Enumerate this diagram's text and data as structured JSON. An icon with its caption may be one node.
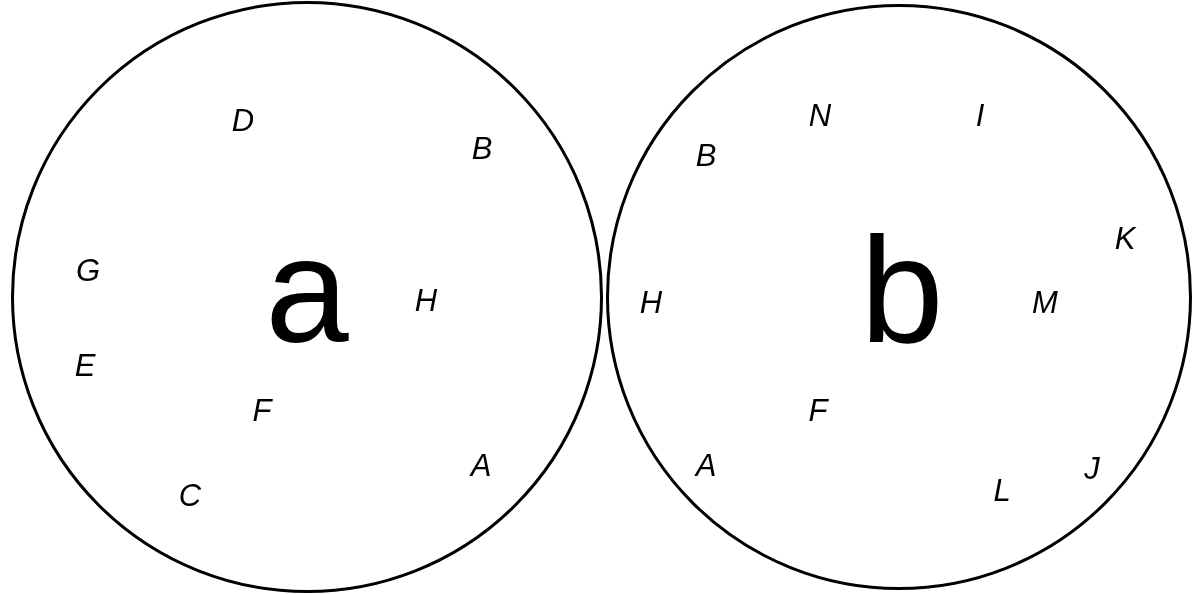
{
  "diagram": {
    "nodes": [
      {
        "text": [
          "a",
          "D",
          "B",
          "G",
          "H",
          "E",
          "F",
          "A",
          "C"
        ]
      },
      {
        "text": [
          "b",
          "N",
          "I",
          "B",
          "K",
          "H",
          "M",
          "F",
          "A",
          "J",
          "L"
        ]
      }
    ]
  }
}
